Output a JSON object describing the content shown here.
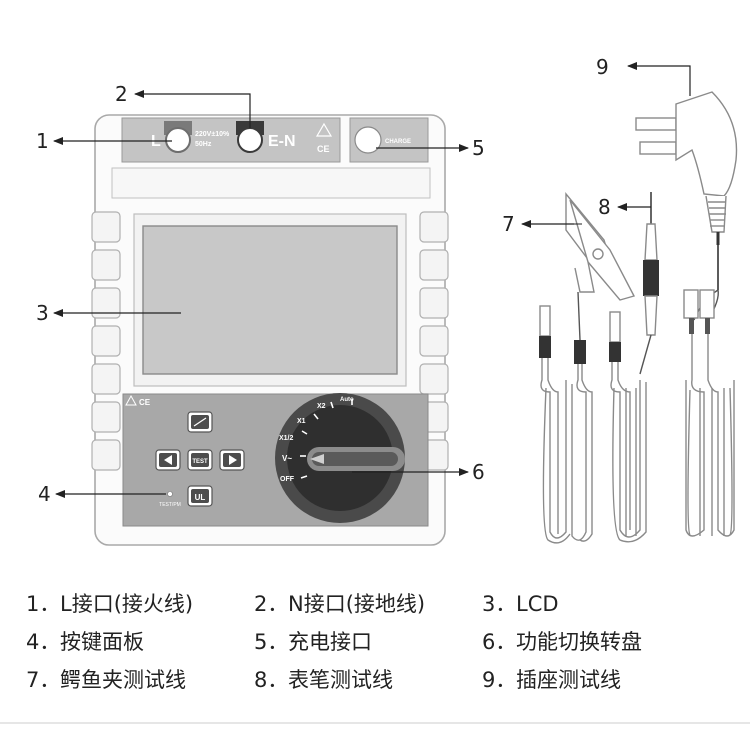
{
  "device": {
    "port_L": "L",
    "port_EN": "E-N",
    "rating_line1": "220V±10%",
    "rating_line2": "50Hz",
    "ce_mark": "CE",
    "charge_label": "CHARGE",
    "btn_test": "TEST",
    "btn_ul": "UL",
    "test_led_label": "TEST/PM",
    "dial_auto": "Auto",
    "dial_x2": "X2",
    "dial_x1": "X1",
    "dial_x12": "X1/2",
    "dial_v": "V~",
    "dial_off": "OFF"
  },
  "callouts": {
    "c1": "1",
    "c2": "2",
    "c3": "3",
    "c4": "4",
    "c5": "5",
    "c6": "6",
    "c7": "7",
    "c8": "8",
    "c9": "9"
  },
  "legend": [
    [
      {
        "num": "1．",
        "text": "L接口(接火线)"
      },
      {
        "num": "2．",
        "text": "N接口(接地线)"
      },
      {
        "num": "3．",
        "text": "LCD"
      }
    ],
    [
      {
        "num": "4．",
        "text": "按键面板"
      },
      {
        "num": "5．",
        "text": "充电接口"
      },
      {
        "num": "6．",
        "text": "功能切换转盘"
      }
    ],
    [
      {
        "num": "7．",
        "text": "鳄鱼夹测试线"
      },
      {
        "num": "8．",
        "text": "表笔测试线"
      },
      {
        "num": "9．",
        "text": "插座测试线"
      }
    ]
  ],
  "colors": {
    "panel_grey": "#c4c4c4",
    "dark_panel": "#a8a8a8",
    "dial_dark": "#4a4a4a",
    "outline": "#9a9a9a"
  }
}
